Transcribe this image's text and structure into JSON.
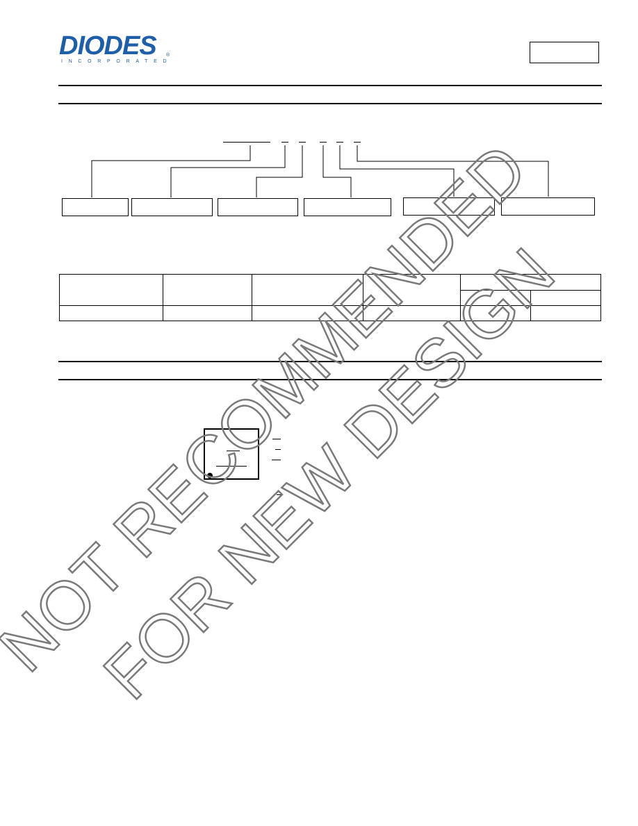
{
  "header": {
    "logo_text": "DIODES",
    "logo_subtext": "INCORPORATED",
    "logo_registered": "®",
    "brand_color": "#1f5fa8"
  },
  "watermark": {
    "line1": "NOT RECOMMENDED",
    "line2": "FOR NEW DESIGN",
    "color": "#7a7a7a"
  }
}
